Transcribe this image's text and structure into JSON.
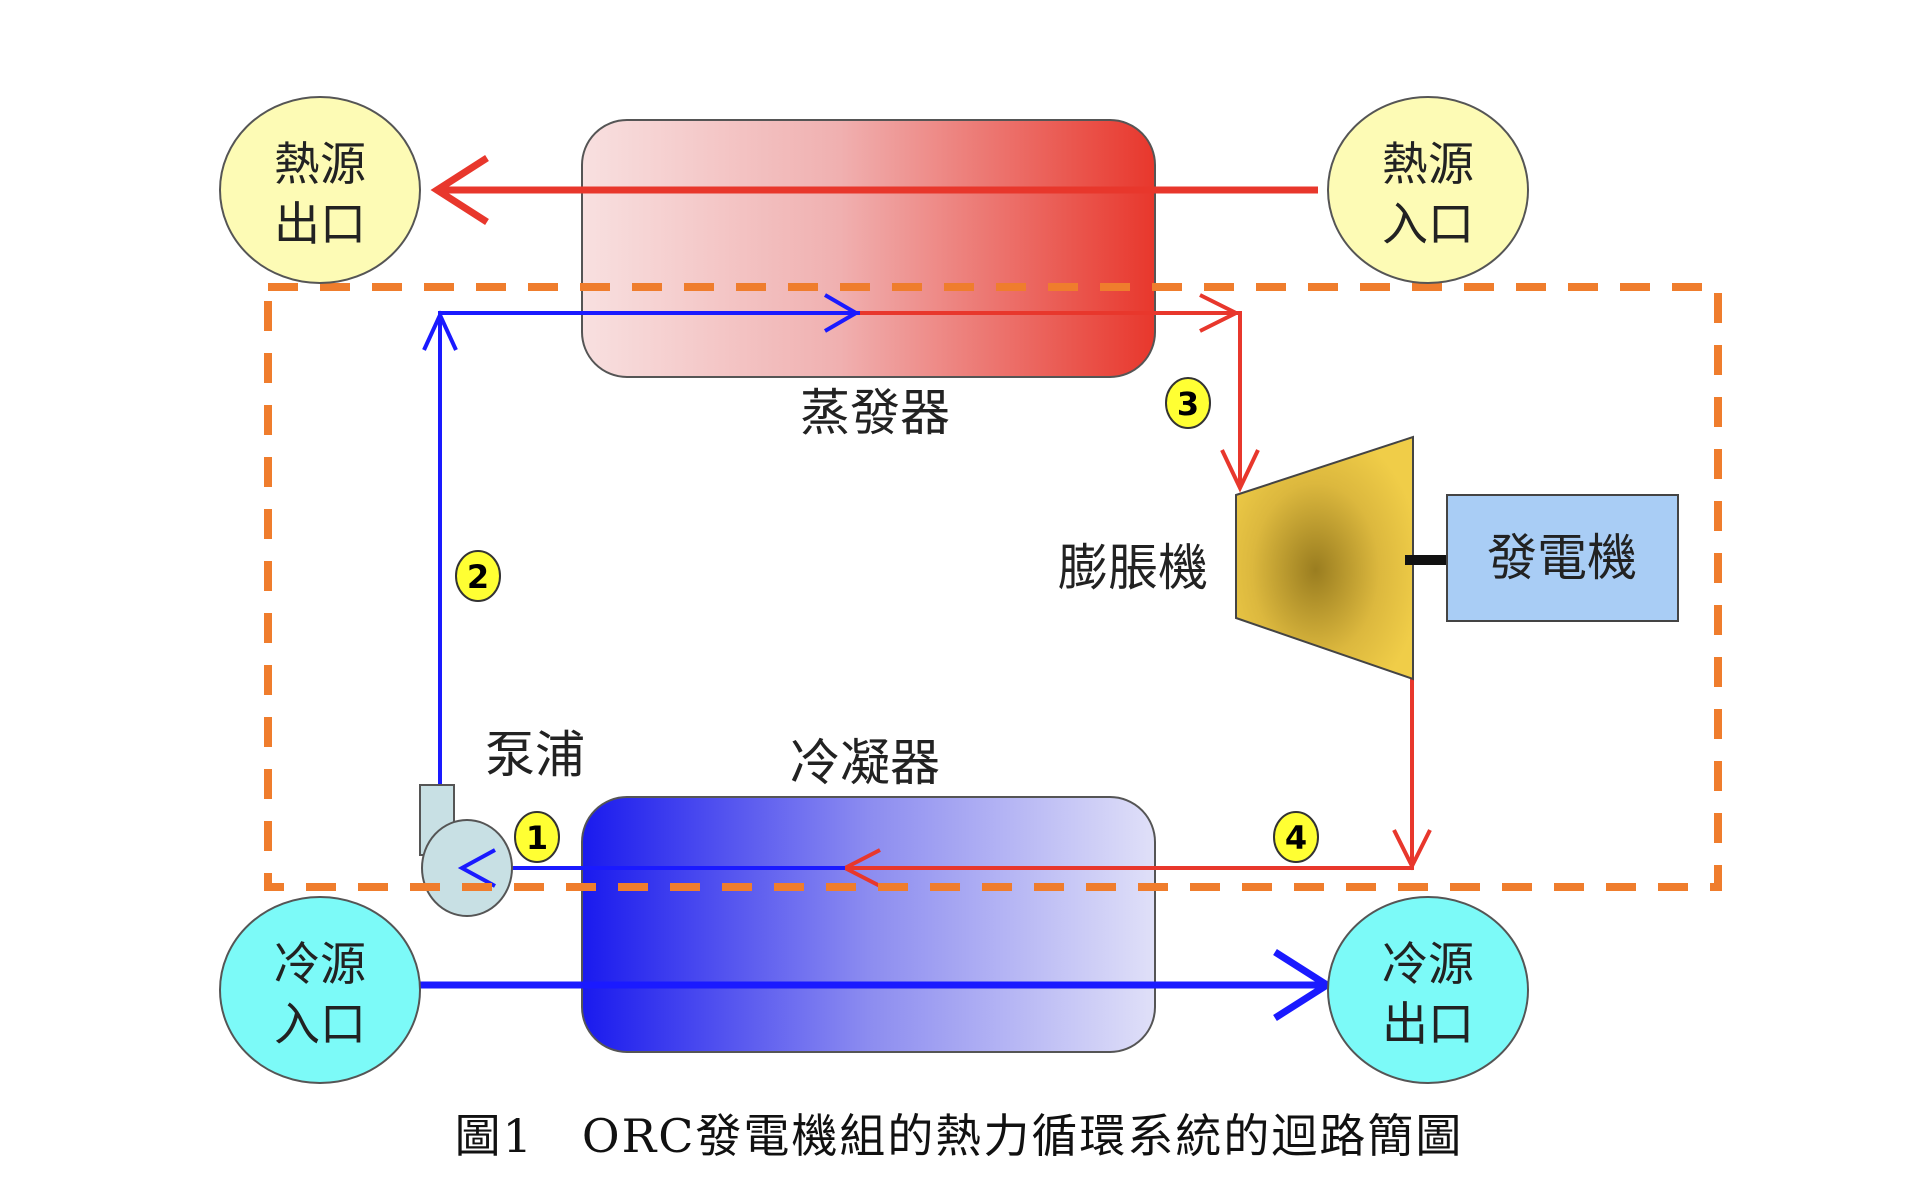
{
  "diagram": {
    "title": "ORC thermal cycle loop",
    "components": {
      "heat_source_outlet": {
        "line1": "熱源",
        "line2": "出口"
      },
      "heat_source_inlet": {
        "line1": "熱源",
        "line2": "入口"
      },
      "cold_source_inlet": {
        "line1": "冷源",
        "line2": "入口"
      },
      "cold_source_outlet": {
        "line1": "冷源",
        "line2": "出口"
      },
      "evaporator": "蒸發器",
      "condenser": "冷凝器",
      "expander": "膨脹機",
      "generator": "發電機",
      "pump": "泵浦"
    },
    "state_points": [
      "1",
      "2",
      "3",
      "4"
    ],
    "colors": {
      "hot_flow": "#e8372c",
      "cold_flow": "#1a1aff",
      "boundary": "#ef7d2d",
      "hot_circle": "#fdfbb5",
      "cold_circle": "#7cfaf8",
      "generator_fill": "#a9cdf5",
      "expander_fill": "#f0cd48",
      "marker_fill": "#ffff33"
    }
  },
  "caption": "圖1　ORC發電機組的熱力循環系統的迴路簡圖"
}
